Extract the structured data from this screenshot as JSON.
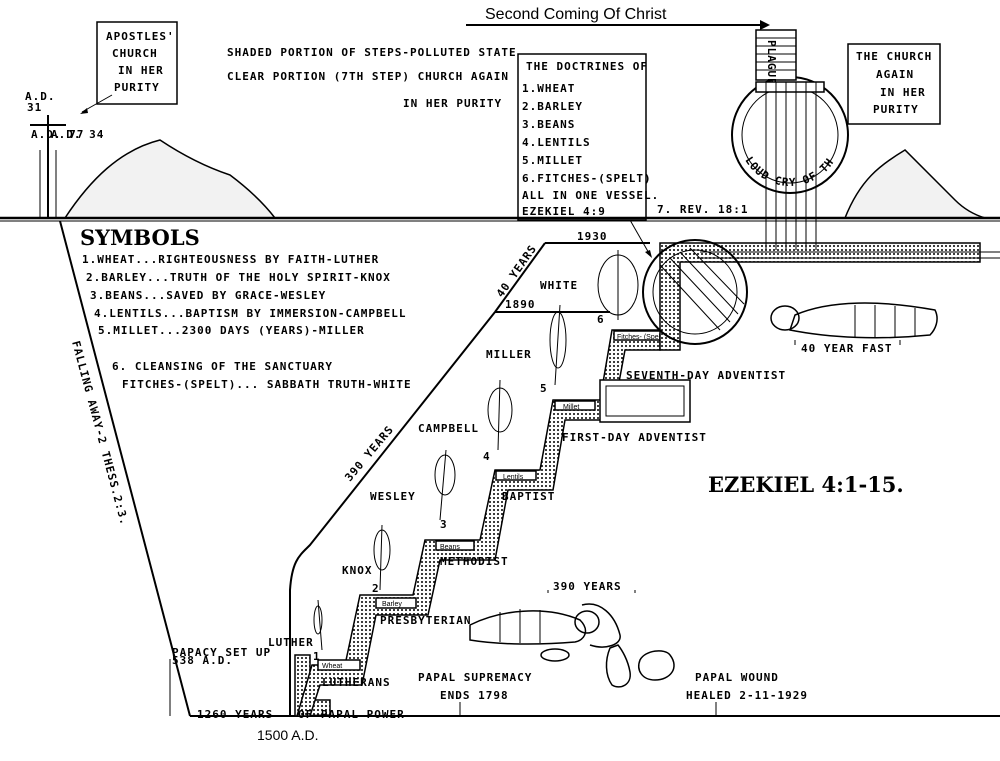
{
  "top": {
    "second_coming": "Second Coming Of Christ",
    "apostles_box": [
      "APOSTLES'",
      "CHURCH",
      "IN HER",
      "PURITY"
    ],
    "church_again_box": [
      "THE CHURCH",
      "AGAIN",
      "IN HER",
      "PURITY"
    ],
    "ad_label": "A.D.",
    "ad_year": "31",
    "ad_77": "A.D. 77",
    "ad_34": "A.D. 34",
    "legend_line1": "SHADED PORTION OF STEPS-POLLUTED STATE",
    "legend_line2": "CLEAR PORTION (7TH STEP) CHURCH AGAIN",
    "legend_line3": "IN HER PURITY"
  },
  "doctrines": {
    "title": "THE DOCTRINES OF",
    "items": [
      "1.WHEAT",
      "2.BARLEY",
      "3.BEANS",
      "4.LENTILS",
      "5.MILLET",
      "6.FITCHES-(SPELT)",
      "ALL IN ONE VESSEL.",
      "EZEKIEL 4:9"
    ]
  },
  "symbols": {
    "title": "SYMBOLS",
    "items": [
      "1.WHEAT...RIGHTEOUSNESS BY FAITH-LUTHER",
      "2.BARLEY...TRUTH OF THE HOLY SPIRIT-KNOX",
      "3.BEANS...SAVED BY GRACE-WESLEY",
      "4.LENTILS...BAPTISM BY IMMERSION-CAMPBELL",
      "5.MILLET...2300 DAYS (YEARS)-MILLER",
      "6. CLEANSING OF THE SANCTUARY",
      "FITCHES-(SPELT)... SABBATH TRUTH-WHITE"
    ]
  },
  "stairs": {
    "falling_away": "FALLING AWAY-2 THESS.2:3.",
    "years_390": "390 YEARS",
    "years_40": "40 YEARS",
    "year_1930": "1930",
    "year_1890": "1890",
    "rev": "7. REV. 18:1",
    "white": "WHITE",
    "miller": "MILLER",
    "campbell": "CAMPBELL",
    "wesley": "WESLEY",
    "knox": "KNOX",
    "luther": "LUTHER",
    "step_1": "1",
    "step_2": "2",
    "step_3": "3",
    "step_4": "4",
    "step_5": "5",
    "step_6": "6",
    "wheat": "Wheat",
    "barley": "Barley",
    "beans": "Beans",
    "lentils": "Lentils",
    "millet": "Millet",
    "fitches": "Fitches- (Spelt)",
    "lutherans": "LUTHERANS",
    "presbyterian": "PRESBYTERIAN",
    "methodist": "METHODIST",
    "baptist": "BAPTIST",
    "first_day": "FIRST-DAY ADVENTIST",
    "seventh_day": "SEVENTH-DAY ADVENTIST",
    "loud_cry": "LOUD CRY OF THE THIRD ANGEL'S MESSAGE",
    "plagues": "PLAGUES"
  },
  "bottom": {
    "papacy_set_up": "PAPACY SET UP",
    "papacy_year": "538 A.D.",
    "years_1260": "1260 YEARS",
    "of_papal_power": "OF PAPAL POWER",
    "ad_1500": "1500 A.D.",
    "papal_supremacy": "PAPAL SUPREMACY",
    "ends_1798": "ENDS 1798",
    "years_390_bottom": "390 YEARS",
    "papal_wound": "PAPAL WOUND",
    "healed": "HEALED 2-11-1929",
    "fast_40": "40 YEAR FAST",
    "ezekiel": "EZEKIEL 4:1-15."
  }
}
